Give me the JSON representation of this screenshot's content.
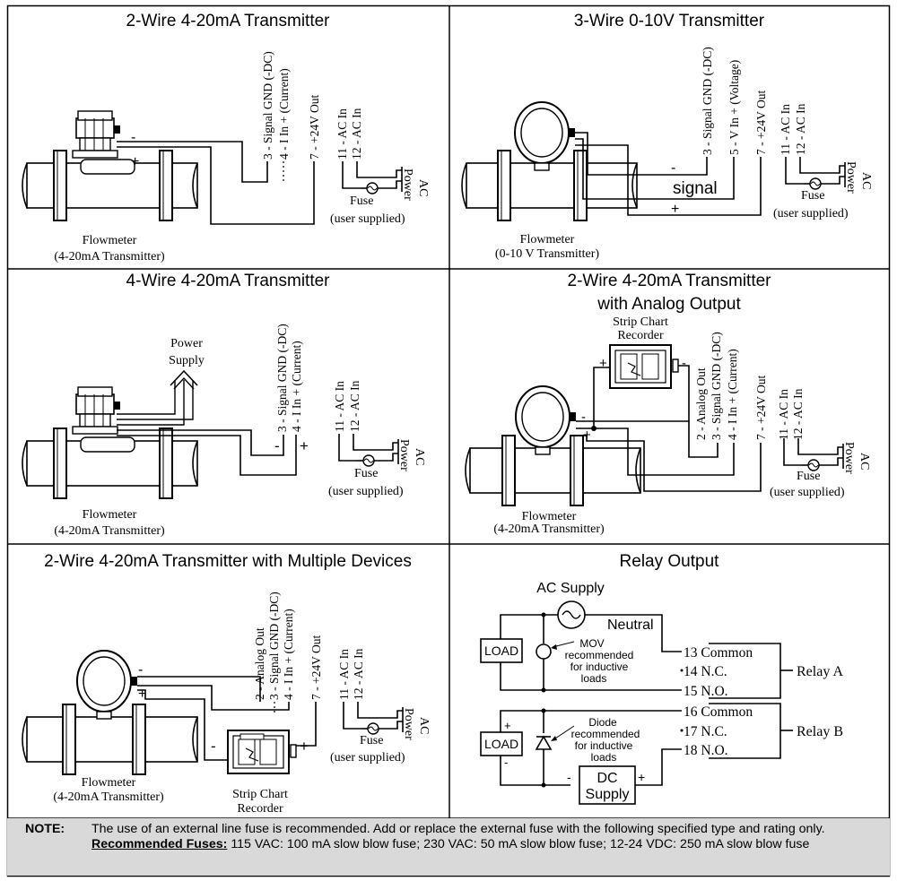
{
  "panels": {
    "p1": {
      "title": "2-Wire 4-20mA Transmitter",
      "terminals": [
        "3 - Signal GND (-DC)",
        "4 - I In + (Current)",
        "7 - +24V Out",
        "11 - AC In",
        "12 - AC In"
      ],
      "minus": "-",
      "plus": "+",
      "ac": "AC",
      "power": "Power",
      "fuse": "Fuse",
      "user": "(user supplied)",
      "device_line1": "Flowmeter",
      "device_line2": "(4-20mA Transmitter)"
    },
    "p2": {
      "title": "3-Wire 0-10V Transmitter",
      "terminals": [
        "3 - Signal GND (-DC)",
        "5 - V  In + (Voltage)",
        "7 - +24V Out",
        "11 - AC In",
        "12 - AC In"
      ],
      "minus": "-",
      "plus": "+",
      "signal": "signal",
      "ac": "AC",
      "power": "Power",
      "fuse": "Fuse",
      "user": "(user supplied)",
      "device_line1": "Flowmeter",
      "device_line2": "(0-10 V Transmitter)"
    },
    "p3": {
      "title": "4-Wire 4-20mA Transmitter",
      "terminals": [
        "3 - Signal GND (-DC)",
        "4 - I In + (Current)",
        "11 - AC In",
        "12 - AC In"
      ],
      "minus": "-",
      "plus": "+",
      "supply_line1": "Power",
      "supply_line2": "Supply",
      "ac": "AC",
      "power": "Power",
      "fuse": "Fuse",
      "user": "(user supplied)",
      "device_line1": "Flowmeter",
      "device_line2": "(4-20mA Transmitter)"
    },
    "p4": {
      "title_line1": "2-Wire 4-20mA Transmitter",
      "title_line2": "with Analog Output",
      "recorder_line1": "Strip Chart",
      "recorder_line2": "Recorder",
      "terminals": [
        "2 - Analog Out",
        "3 - Signal GND (-DC)",
        "4 - I In + (Current)",
        "7 - +24V Out",
        "11 - AC In",
        "12 - AC In"
      ],
      "minus": "-",
      "plus": "+",
      "ac": "AC",
      "power": "Power",
      "fuse": "Fuse",
      "user": "(user supplied)",
      "device_line1": "Flowmeter",
      "device_line2": "(4-20mA Transmitter)"
    },
    "p5": {
      "title": "2-Wire 4-20mA Transmitter with Multiple Devices",
      "terminals": [
        "2 - Analog Out",
        "3 - Signal GND (-DC)",
        "4 - I In + (Current)",
        "7 - +24V Out",
        "11 - AC In",
        "12 - AC In"
      ],
      "minus": "-",
      "plus": "+",
      "recorder_line1": "Strip Chart",
      "recorder_line2": "Recorder",
      "ac": "AC",
      "power": "Power",
      "fuse": "Fuse",
      "user": "(user supplied)",
      "device_line1": "Flowmeter",
      "device_line2": "(4-20mA Transmitter)"
    },
    "p6": {
      "title": "Relay Output",
      "ac_supply": "AC Supply",
      "neutral": "Neutral",
      "load": "LOAD",
      "mov_line1": "MOV",
      "mov_line2": "recommended",
      "mov_line3": "for inductive",
      "mov_line4": "loads",
      "diode_line1": "Diode",
      "diode_line2": "recommended",
      "diode_line3": "for inductive",
      "diode_line4": "loads",
      "dc_line1": "DC",
      "dc_line2": "Supply",
      "t13": "13 Common",
      "t14": "14 N.C.",
      "t15": "15 N.O.",
      "t16": "16 Common",
      "t17": "17 N.C.",
      "t18": "18 N.O.",
      "relay_a": "Relay A",
      "relay_b": "Relay B",
      "minus": "-",
      "plus": "+"
    }
  },
  "note": {
    "label": "NOTE:",
    "text_before": "The use of an external line fuse is recommended. Add or replace the external fuse with the following specified type and rating only. ",
    "recommended": "Recommended Fuses:",
    "text_after": " 115 VAC: 100 mA slow blow fuse;  230 VAC: 50 mA slow blow fuse; 12-24 VDC: 250 mA slow blow fuse"
  }
}
